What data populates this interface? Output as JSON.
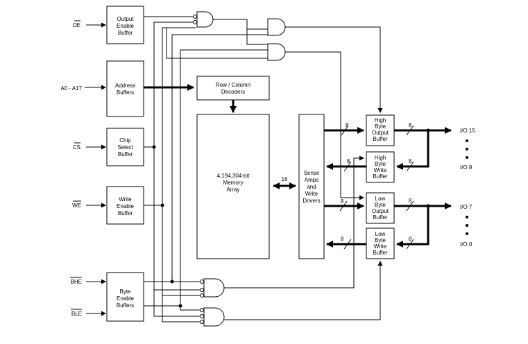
{
  "signals": {
    "oe": "OE",
    "address": "A0 - A17",
    "cs": "CS",
    "we": "WE",
    "bhe": "BHE",
    "ble": "BLE",
    "io15": "I/O 15",
    "io8": "I/O 8",
    "io7": "I/O 7",
    "io0": "I/O 0"
  },
  "blocks": {
    "output_enable": [
      "Output",
      "Enable",
      "Buffer"
    ],
    "address": [
      "Address",
      "Buffers"
    ],
    "chip_select": [
      "Chip",
      "Select",
      "Buffer"
    ],
    "write_enable": [
      "Write",
      "Enable",
      "Buffer"
    ],
    "byte_enable": [
      "Byte",
      "Enable",
      "Buffers"
    ],
    "row_column": [
      "Row / Column",
      "Decoders"
    ],
    "memory": [
      "4,194,304-bit",
      "Memory",
      "Array"
    ],
    "sense_amps": [
      "Sense",
      "Amps",
      "and",
      "Write",
      "Drivers"
    ],
    "high_out": [
      "High",
      "Byte",
      "Output",
      "Buffer"
    ],
    "high_write": [
      "High",
      "Byte",
      "Write",
      "Buffer"
    ],
    "low_out": [
      "Low",
      "Byte",
      "Output",
      "Buffer"
    ],
    "low_write": [
      "Low",
      "Byte",
      "Write",
      "Buffer"
    ]
  },
  "bus_labels": {
    "array_bus": "16",
    "byte_width": "8"
  },
  "colors": {
    "line": "#000000",
    "background": "#ffffff"
  }
}
